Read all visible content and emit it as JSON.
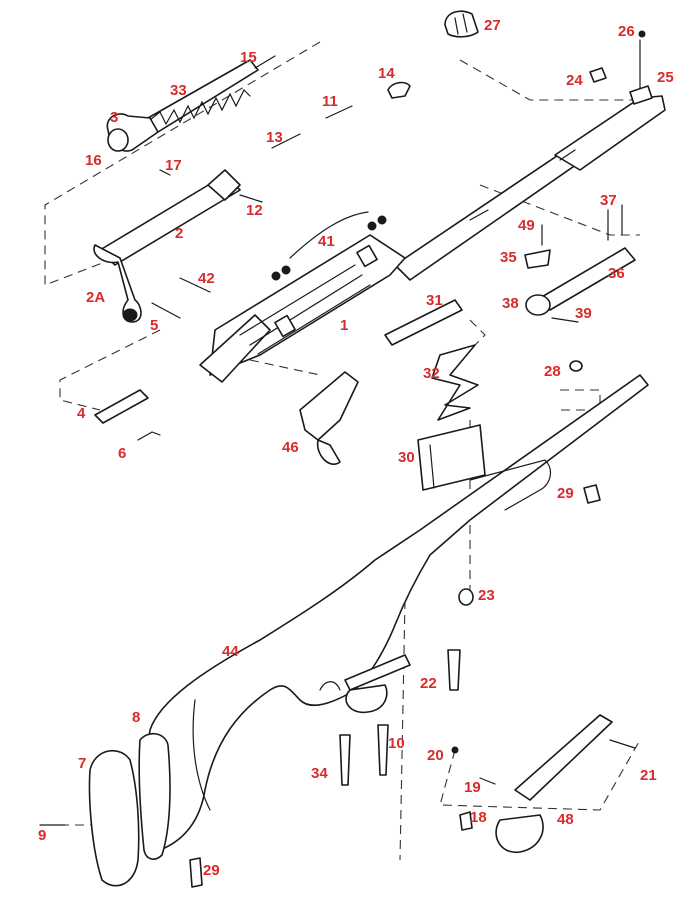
{
  "colors": {
    "label": "#d92b2b",
    "line": "#1a1a1a",
    "background": "#ffffff"
  },
  "part_labels": {
    "p1": "1",
    "p2": "2",
    "p2a": "2A",
    "p3": "3",
    "p4": "4",
    "p5": "5",
    "p6": "6",
    "p7": "7",
    "p8": "8",
    "p9": "9",
    "p10": "10",
    "p11": "11",
    "p12": "12",
    "p13": "13",
    "p14": "14",
    "p15": "15",
    "p16": "16",
    "p17": "17",
    "p18": "18",
    "p19": "19",
    "p20": "20",
    "p21": "21",
    "p22": "22",
    "p23": "23",
    "p24": "24",
    "p25": "25",
    "p26": "26",
    "p27": "27",
    "p28": "28",
    "p29a": "29",
    "p29b": "29",
    "p30": "30",
    "p31": "31",
    "p32": "32",
    "p33": "33",
    "p34": "34",
    "p35": "35",
    "p36": "36",
    "p37": "37",
    "p38": "38",
    "p39": "39",
    "p41": "41",
    "p42": "42",
    "p44": "44",
    "p46": "46",
    "p48": "48",
    "p49": "49"
  }
}
